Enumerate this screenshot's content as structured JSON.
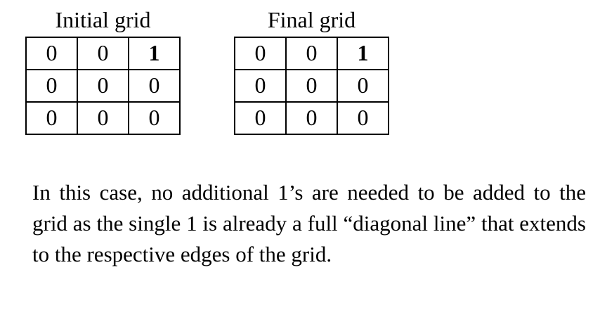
{
  "bold_value": "1",
  "grids": [
    {
      "title": "Initial grid",
      "rows": [
        [
          "0",
          "0",
          "1"
        ],
        [
          "0",
          "0",
          "0"
        ],
        [
          "0",
          "0",
          "0"
        ]
      ]
    },
    {
      "title": "Final grid",
      "rows": [
        [
          "0",
          "0",
          "1"
        ],
        [
          "0",
          "0",
          "0"
        ],
        [
          "0",
          "0",
          "0"
        ]
      ]
    }
  ],
  "explanation": "In this case, no additional 1’s are needed to be added to the grid as the single 1 is already a full “diagonal line” that extends to the respective edges of the grid."
}
